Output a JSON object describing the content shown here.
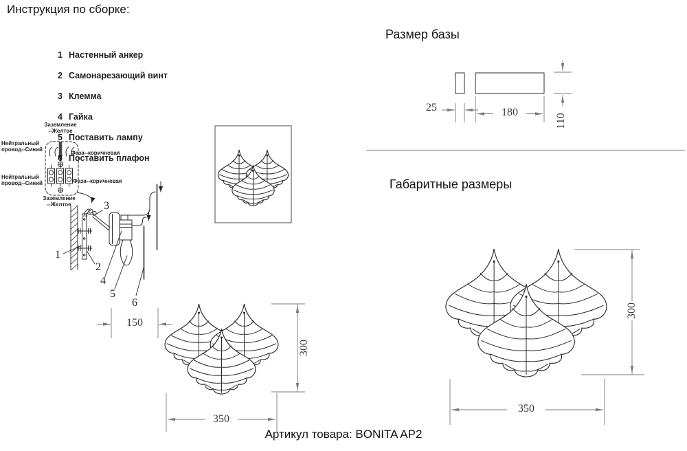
{
  "page": {
    "title": "Инструкция по сборке:",
    "article": "Артикул товара: BONITA AP2"
  },
  "parts_list": {
    "items": [
      {
        "num": "1",
        "label": "Настенный анкер"
      },
      {
        "num": "2",
        "label": "Самонарезающий винт"
      },
      {
        "num": "3",
        "label": "Клемма"
      },
      {
        "num": "4",
        "label": "Гайка"
      },
      {
        "num": "5",
        "label": "Поставить лампу"
      },
      {
        "num": "6",
        "label": "Поставить плафон"
      }
    ]
  },
  "wiring": {
    "ground_top": "Заземление\n--Желтое",
    "neutral_top": "Нейтральный\nпровод--Синий",
    "phase_top": "Фаза--коричневая",
    "neutral_bottom": "Нейтральный\nпровод--Синий",
    "phase_bottom": "Фаза--коричневая",
    "ground_bottom": "Заземление\n--Желтое"
  },
  "assembly": {
    "callouts": [
      "1",
      "2",
      "3",
      "4",
      "5",
      "6"
    ],
    "wall_distance": "150"
  },
  "front_view": {
    "width": "350",
    "height": "300"
  },
  "base_view": {
    "title": "Размер базы",
    "width_small": "25",
    "width_large": "180",
    "height": "110"
  },
  "overall_view": {
    "title": "Габаритные размеры",
    "width": "350",
    "height": "300"
  },
  "colors": {
    "line": "#2b2b2b",
    "dim_line": "#7a7a7a"
  }
}
